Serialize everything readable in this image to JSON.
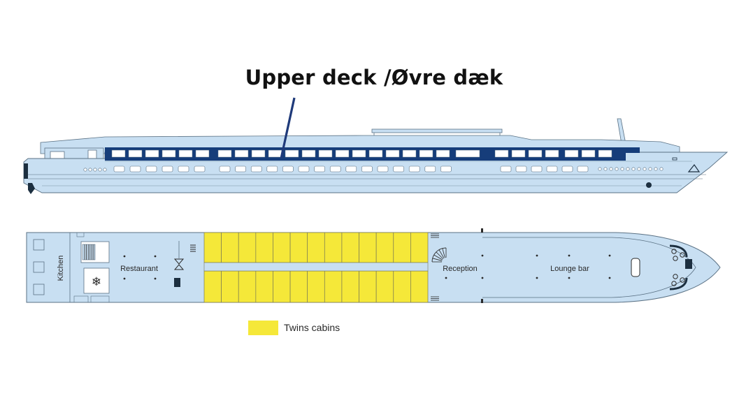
{
  "title": "Upper deck /Øvre dæk",
  "rooms": {
    "kitchen": "Kitchen",
    "restaurant": "Restaurant",
    "reception": "Reception",
    "lounge_bar": "Lounge bar"
  },
  "legend": {
    "twins_cabins": "Twins cabins"
  },
  "colors": {
    "hull": "#c8dff2",
    "hull_stroke": "#5a7184",
    "window_band": "#163d7a",
    "cabin": "#f5e839",
    "cabin_stroke": "#7a7a55",
    "pointer": "#1f3a7a"
  },
  "cabins": {
    "columns_per_side": 13,
    "sides": 2
  }
}
